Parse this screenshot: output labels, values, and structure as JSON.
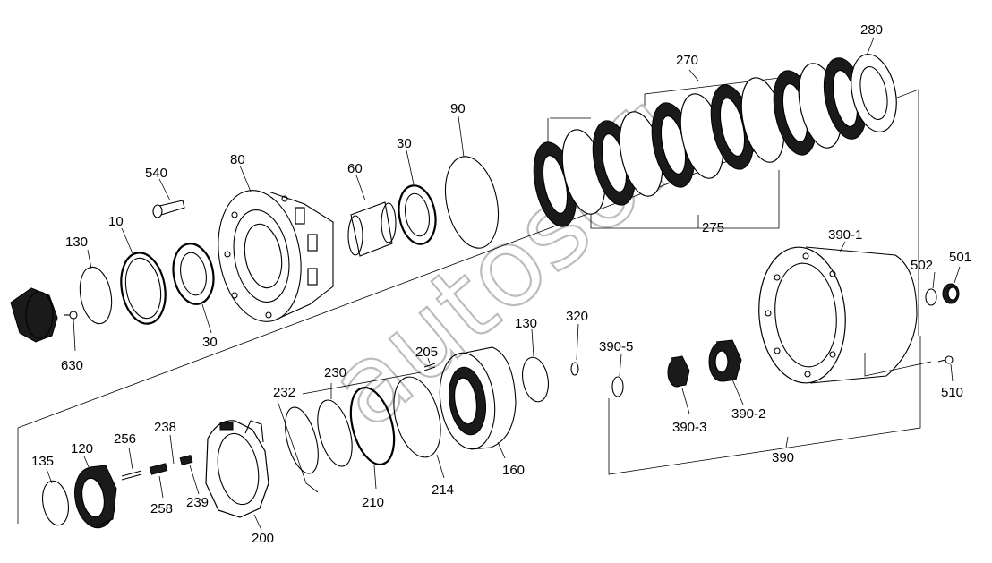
{
  "watermark": "autosoft",
  "labels": {
    "p280": "280",
    "p270": "270",
    "p90": "90",
    "p30a": "30",
    "p60": "60",
    "p80": "80",
    "p540": "540",
    "p10": "10",
    "p130a": "130",
    "p30b": "30",
    "p630": "630",
    "p275": "275",
    "p390_1": "390-1",
    "p502": "502",
    "p501": "501",
    "p510": "510",
    "p320": "320",
    "p130b": "130",
    "p205": "205",
    "p230": "230",
    "p232": "232",
    "p238": "238",
    "p256": "256",
    "p120": "120",
    "p135": "135",
    "p258": "258",
    "p239": "239",
    "p200": "200",
    "p210": "210",
    "p214": "214",
    "p160": "160",
    "p390_5": "390-5",
    "p390_3": "390-3",
    "p390_2": "390-2",
    "p390": "390"
  }
}
